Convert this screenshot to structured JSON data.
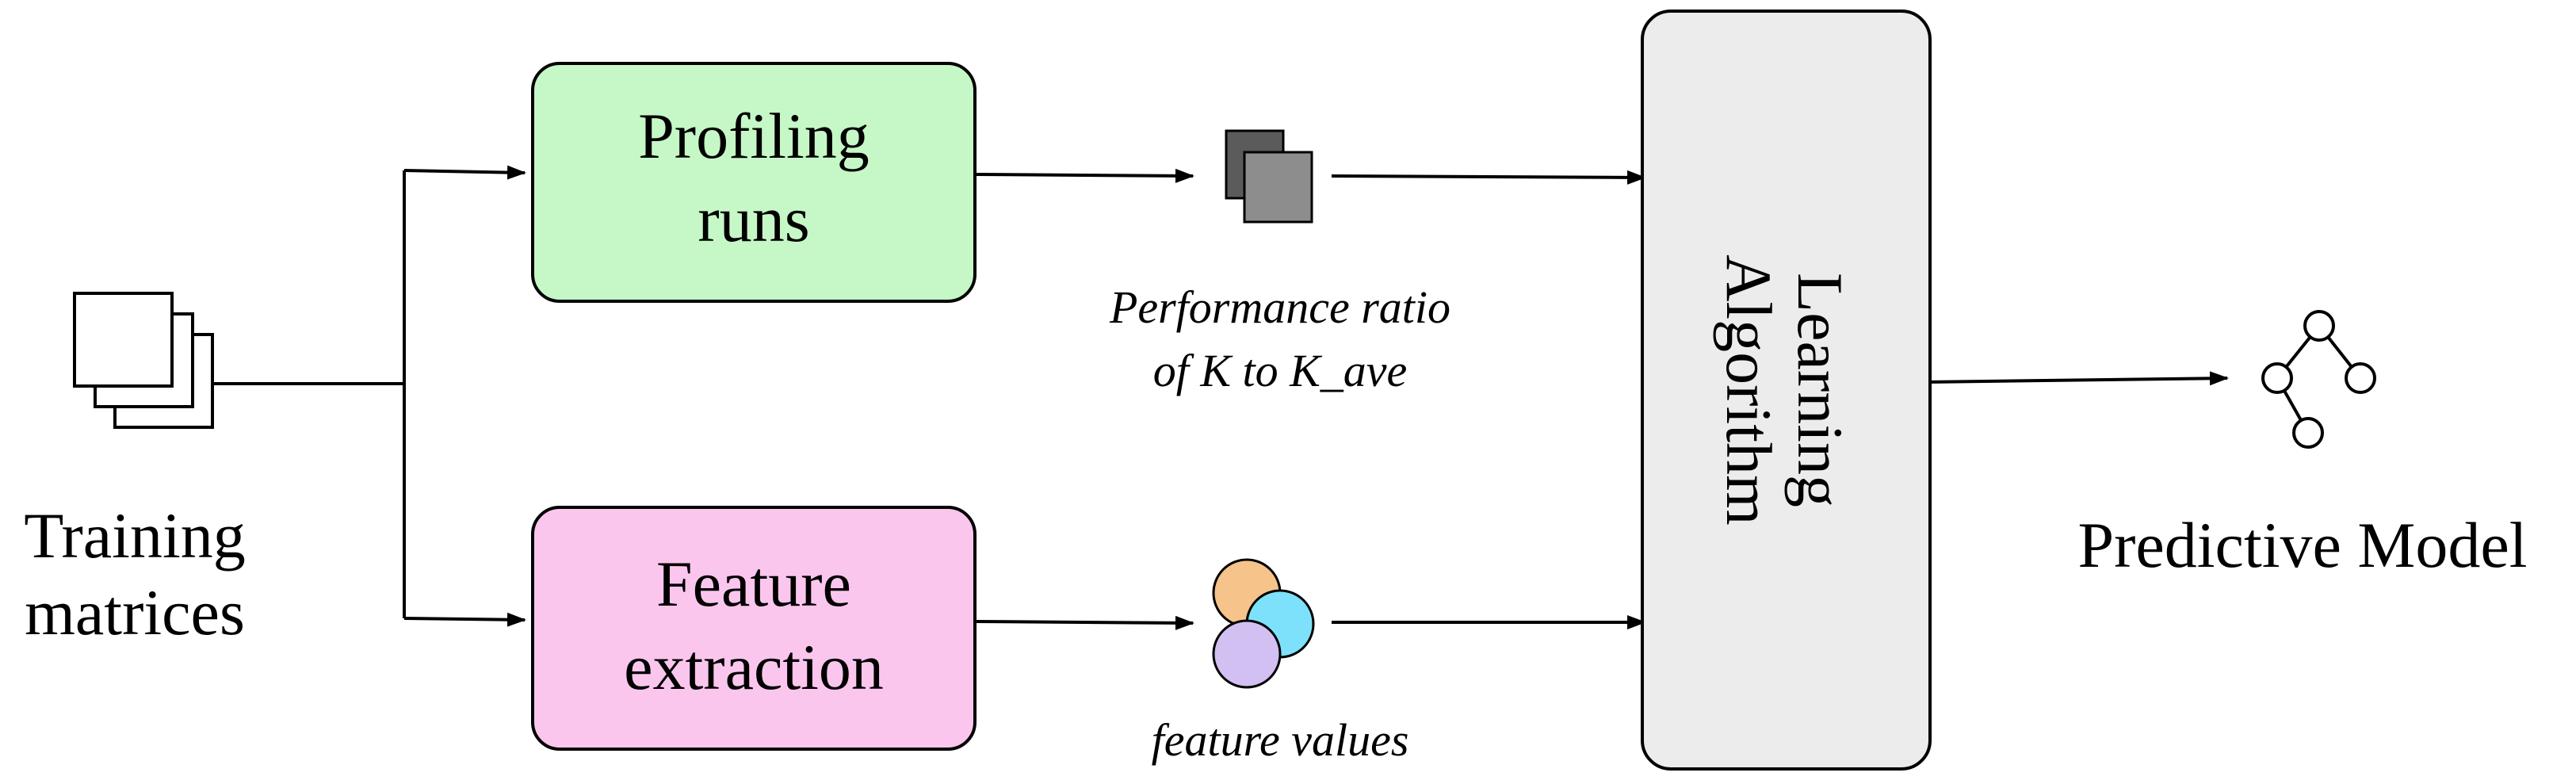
{
  "nodes": {
    "training": {
      "label_line1": "Training",
      "label_line2": "matrices"
    },
    "profiling": {
      "label_line1": "Profiling",
      "label_line2": "runs",
      "fill": "#c6f7c6"
    },
    "feature": {
      "label_line1": "Feature",
      "label_line2": "extraction",
      "fill": "#fbc6ee"
    },
    "learning": {
      "label_line1": "Learning",
      "label_line2": "Algorithm",
      "fill": "#ececec"
    },
    "model": {
      "label": "Predictive Model"
    }
  },
  "annotations": {
    "performance_line1": "Performance ratio",
    "performance_line2": "of K to K_ave",
    "feature_values": "feature values"
  },
  "colors": {
    "stroke": "#000000",
    "stack_dark": "#5b5b5b",
    "stack_light": "#8d8d8d",
    "circle_orange": "#f6c38a",
    "circle_cyan": "#7ee1fb",
    "circle_lavender": "#d3c0f2"
  },
  "icons": {
    "training_stack": "document-stack-icon",
    "performance_stack": "layers-icon",
    "feature_circles": "circles-icon",
    "model_tree": "tree-icon"
  }
}
